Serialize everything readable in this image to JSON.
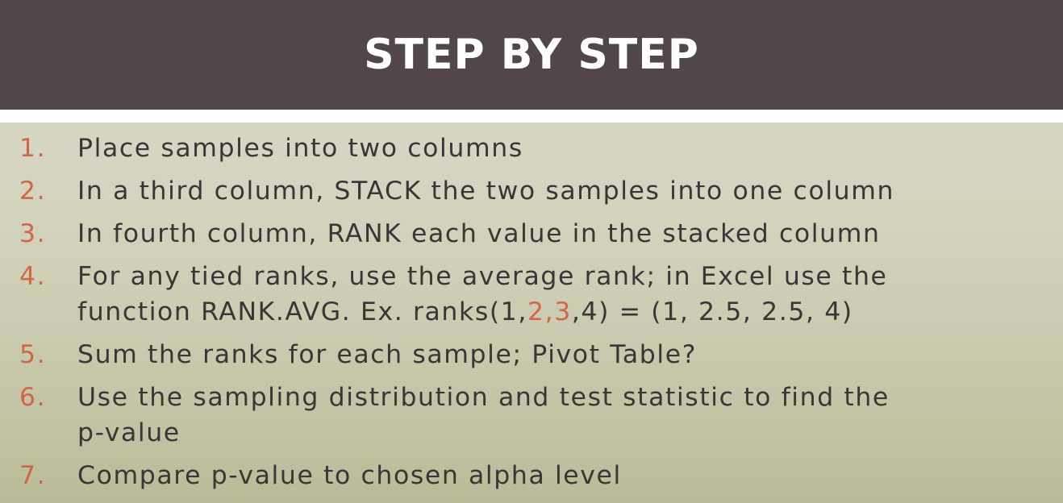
{
  "slide": {
    "title": "STEP BY STEP",
    "steps": [
      {
        "num": "1.",
        "text": "Place samples into two columns"
      },
      {
        "num": "2.",
        "text": "In a third column, STACK the two samples into one column"
      },
      {
        "num": "3.",
        "text": "In fourth column, RANK each value in the stacked column"
      },
      {
        "num": "4.",
        "text_line1": "For any tied ranks, use the average rank; in Excel use the",
        "text_line2_a": "function RANK.AVG. Ex. ranks(1,",
        "text_line2_hl1": "2",
        "text_line2_sep": ",",
        "text_line2_hl2": "3",
        "text_line2_b": ",4) = (1, 2.5, 2.5, 4)"
      },
      {
        "num": "5.",
        "text": "Sum the ranks for each sample; Pivot Table?"
      },
      {
        "num": "6.",
        "text_line1": "Use the sampling distribution and test statistic to find the",
        "text_line2": "p-value"
      },
      {
        "num": "7.",
        "text": "Compare p-value to chosen alpha level"
      }
    ]
  },
  "colors": {
    "title_bar": "#514648",
    "accent": "#d06848",
    "body_text": "#3a3536"
  }
}
